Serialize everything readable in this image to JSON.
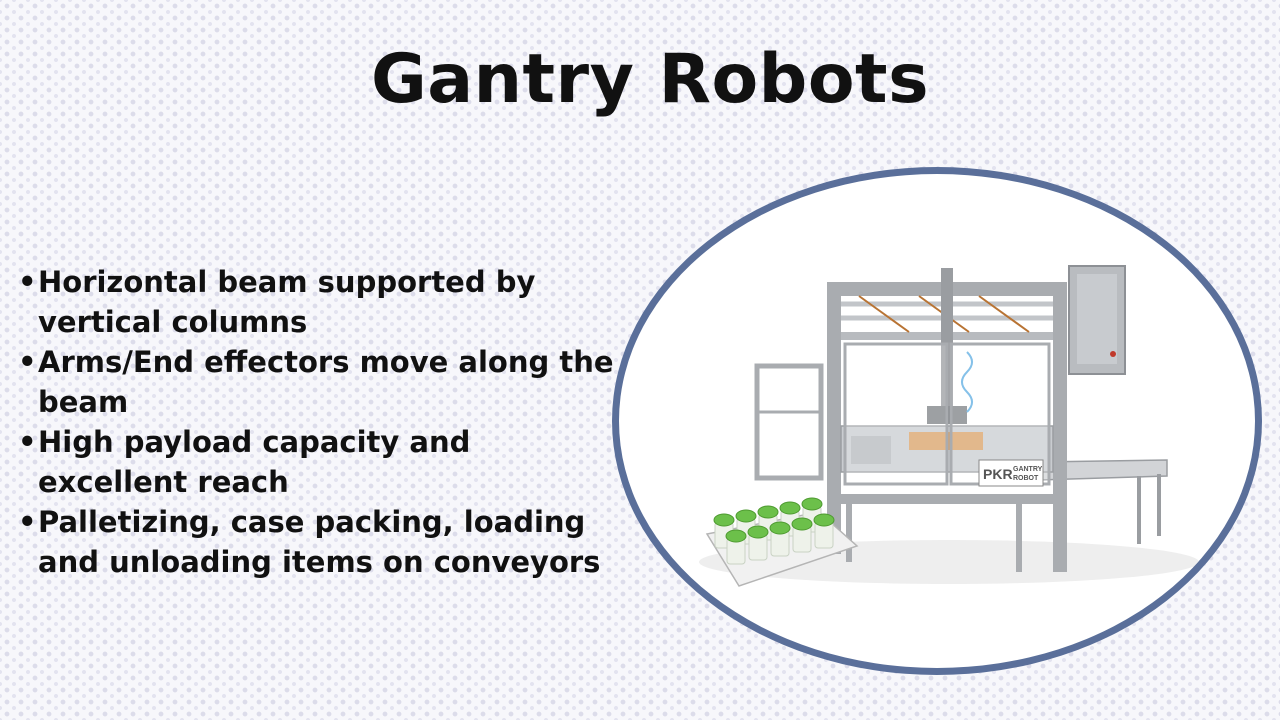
{
  "slide": {
    "title": "Gantry Robots",
    "bullets": [
      "Horizontal beam supported by vertical columns",
      "Arms/End effectors move along the beam",
      "High payload capacity and excellent reach",
      "Palletizing, case packing, loading and unloading items on conveyors"
    ],
    "bullet_marker": "•"
  },
  "image": {
    "subject": "gantry-robot-machine",
    "label_brand": "PKR",
    "label_line1": "GANTRY",
    "label_line2": "ROBOT"
  },
  "colors": {
    "frame_border": "#5a6f9a",
    "machine_frame": "#a9acb0",
    "bottle_cap_green": "#6cc04a"
  }
}
